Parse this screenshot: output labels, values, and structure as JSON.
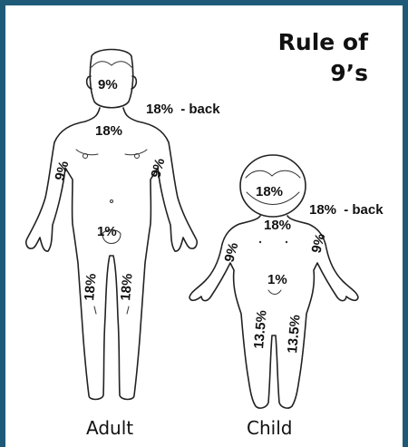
{
  "title": {
    "line1": "Rule of",
    "line2": "9’s"
  },
  "figures": {
    "adult": {
      "caption": "Adult",
      "head": "9%",
      "trunk_front": "18%",
      "back_value": "18%",
      "back_suffix": "- back",
      "left_arm": "9%",
      "right_arm": "9%",
      "groin": "1%",
      "left_leg": "18%",
      "right_leg": "18%"
    },
    "child": {
      "caption": "Child",
      "head": "18%",
      "trunk_front": "18%",
      "back_value": "18%",
      "back_suffix": "- back",
      "left_arm": "9%",
      "right_arm": "9%",
      "groin": "1%",
      "left_leg": "13.5%",
      "right_leg": "13.5%"
    }
  },
  "colors": {
    "frame": "#1e5a78"
  }
}
